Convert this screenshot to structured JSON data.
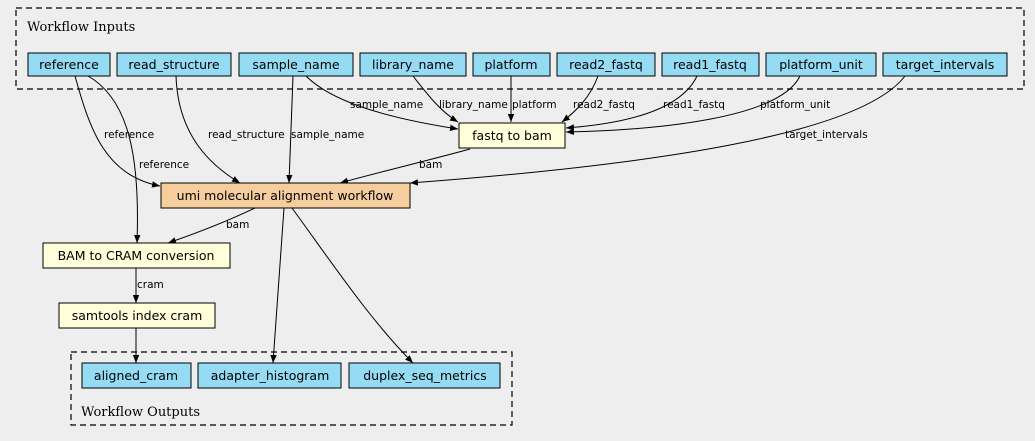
{
  "colors": {
    "background": "#eeeeee",
    "input_output": "#94dbf3",
    "step": "#ffffd9",
    "workflow": "#f6cd9d"
  },
  "clusters": {
    "inputs": "Workflow Inputs",
    "outputs": "Workflow Outputs"
  },
  "nodes": {
    "reference": "reference",
    "read_structure": "read_structure",
    "sample_name": "sample_name",
    "library_name": "library_name",
    "platform": "platform",
    "read2_fastq": "read2_fastq",
    "read1_fastq": "read1_fastq",
    "platform_unit": "platform_unit",
    "target_intervals": "target_intervals",
    "fastq_to_bam": "fastq to bam",
    "umi_workflow": "umi molecular alignment workflow",
    "bam_to_cram": "BAM to CRAM conversion",
    "samtools_index": "samtools index cram",
    "aligned_cram": "aligned_cram",
    "adapter_histogram": "adapter_histogram",
    "duplex_seq_metrics": "duplex_seq_metrics"
  },
  "edge_labels": {
    "sample_name_fq": "sample_name",
    "library_name_fq": "library_name",
    "platform_fq": "platform",
    "read2_fastq_fq": "read2_fastq",
    "read1_fastq_fq": "read1_fastq",
    "platform_unit_fq": "platform_unit",
    "reference_umi": "reference",
    "reference_cram": "reference",
    "read_structure_umi": "read_structure",
    "sample_name_umi": "sample_name",
    "target_intervals_umi": "target_intervals",
    "bam_fq_umi": "bam",
    "bam_umi_cram": "bam",
    "cram": "cram"
  }
}
